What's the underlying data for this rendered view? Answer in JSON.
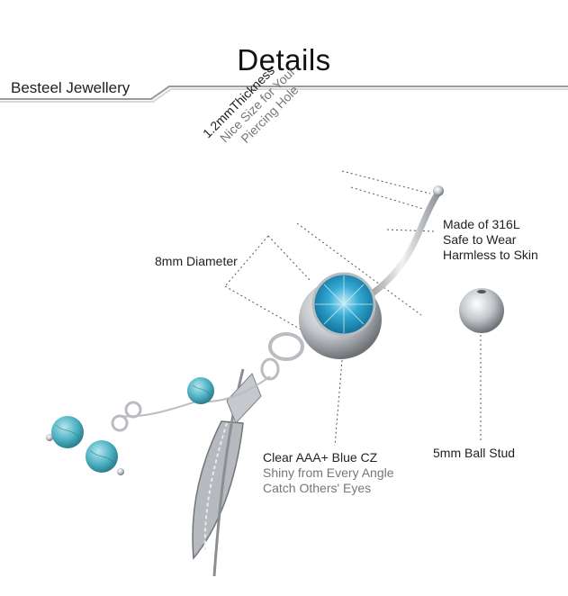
{
  "header": {
    "title": "Details",
    "brand": "Besteel Jewellery"
  },
  "annotations": {
    "thickness": {
      "main": "1.2mmThickness",
      "line1": "Nice Size for Your",
      "line2": "Piercing Hole"
    },
    "diameter": "8mm Diameter",
    "material": {
      "line1": "Made of 316L",
      "line2": "Safe to Wear",
      "line3": "Harmless to Skin"
    },
    "stone": {
      "line1": "Clear AAA+ Blue CZ",
      "line2": "Shiny from Every Angle",
      "line3": "Catch Others' Eyes"
    },
    "ball_stud": "5mm Ball Stud"
  },
  "colors": {
    "gem": "#2aa3cf",
    "turquoise": "#5ab8c6",
    "silver": "#c9cdd1",
    "divider": "#9a9a9a"
  },
  "icons": [
    "belly-ring-image",
    "ball-stud-image",
    "feather-charm-image",
    "turquoise-bead-image"
  ]
}
